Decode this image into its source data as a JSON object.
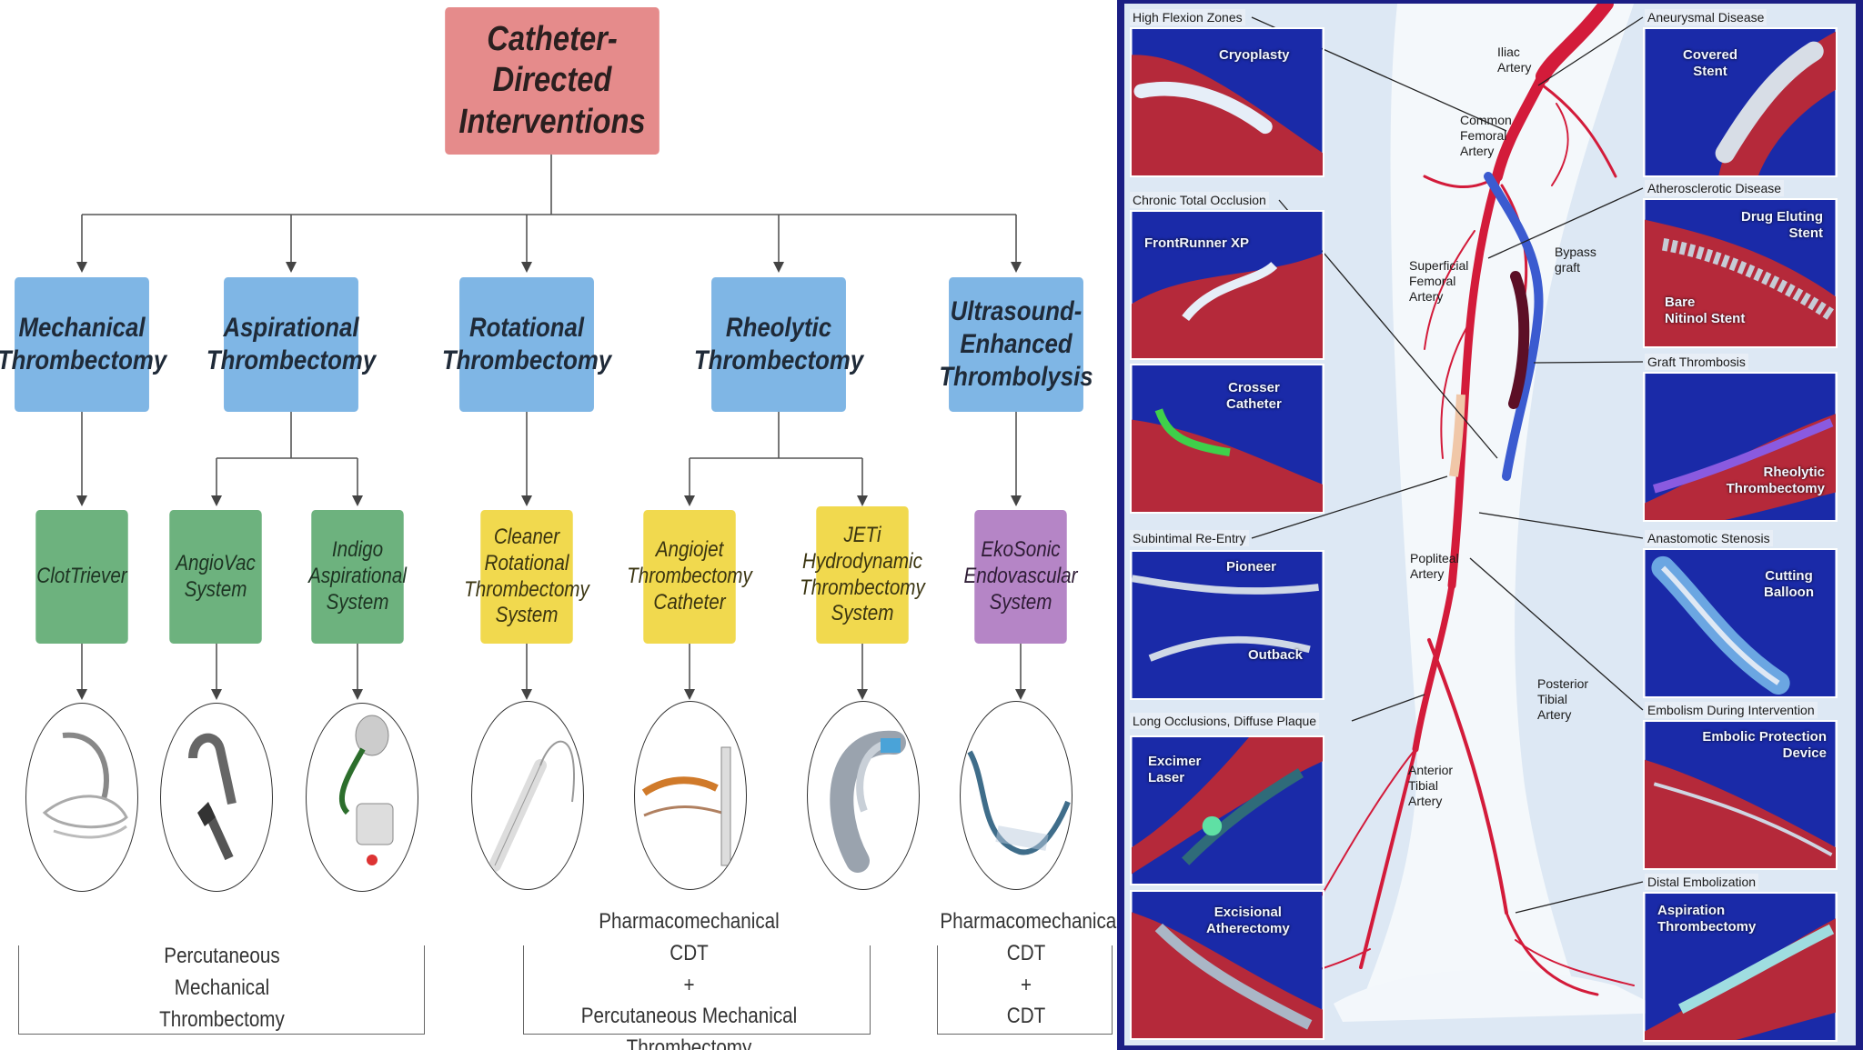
{
  "flowchart": {
    "root": "Catheter-Directed\nInterventions",
    "categories": [
      "Mechanical\nThrombectomy",
      "Aspirational\nThrombectomy",
      "Rotational\nThrombectomy",
      "Rheolytic\nThrombectomy",
      "Ultrasound-\nEnhanced\nThrombolysis"
    ],
    "devices": [
      "ClotTriever",
      "AngioVac\nSystem",
      "Indigo\nAspirational\nSystem",
      "Cleaner\nRotational\nThrombectomy\nSystem",
      "Angiojet\nThrombectomy\nCatheter",
      "JETi\nHydrodynamic\nThrombectomy\nSystem",
      "EkoSonic\nEndovascular\nSystem"
    ],
    "device_colors": [
      "#6db27e",
      "#6db27e",
      "#6db27e",
      "#f1d94e",
      "#f1d94e",
      "#f1d94e",
      "#b585c6"
    ],
    "bottom_labels": [
      "Percutaneous\nMechanical\nThrombectomy",
      "Pharmacomechanical CDT\n+\nPercutaneous Mechanical\nThrombectomy",
      "Pharmacomechanical\nCDT\n+\nCDT"
    ]
  },
  "illustration": {
    "left_sections": [
      "High Flexion Zones",
      "Chronic Total Occlusion",
      "Subintimal Re-Entry",
      "Long Occlusions, Diffuse Plaque"
    ],
    "right_sections": [
      "Aneurysmal Disease",
      "Atherosclerotic Disease",
      "Graft Thrombosis",
      "Anastomotic Stenosis",
      "Embolism During Intervention",
      "Distal Embolization"
    ],
    "left_panels": [
      "Cryoplasty",
      "FrontRunner XP",
      "Crosser\nCatheter",
      "Pioneer|Outback",
      "Excimer\nLaser",
      "Excisional\nAtherectomy"
    ],
    "right_panels": [
      "Covered\nStent",
      "Drug Eluting\nStent|Bare\nNitinol Stent",
      "Rheolytic\nThrombectomy",
      "Cutting\nBalloon",
      "Embolic Protection\nDevice",
      "Aspiration\nThrombectomy"
    ],
    "artery_labels": [
      "Iliac\nArtery",
      "Common\nFemoral\nArtery",
      "Superficial\nFemoral\nArtery",
      "Bypass\ngraft",
      "Popliteal\nArtery",
      "Posterior\nTibial\nArtery",
      "Anterior\nTibial\nArtery"
    ],
    "colors": {
      "frame": "#1b1e84",
      "panel_blue": "#1a2aa8",
      "artery_red": "#d31b3a",
      "graft_blue": "#4c6ed8"
    }
  }
}
